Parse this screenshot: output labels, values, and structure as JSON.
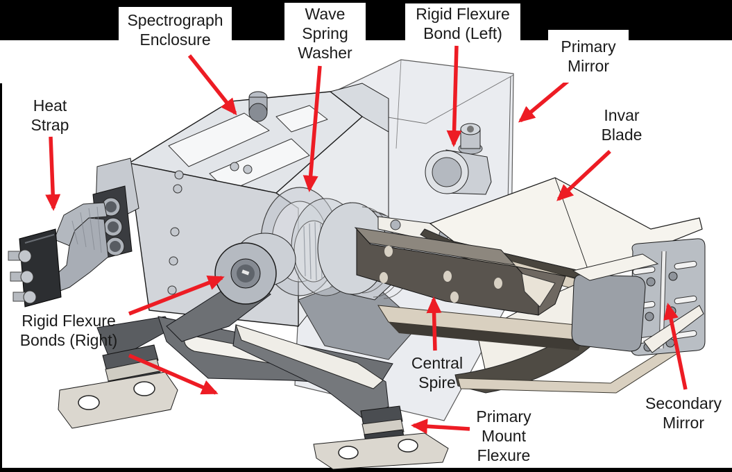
{
  "colors": {
    "background": "#ffffff",
    "frame": "#000000",
    "text": "#1a1a1a",
    "label_box_bg": "#ffffff",
    "arrow": "#ed1c24"
  },
  "figure": {
    "description": "Annotated CAD rendering of a spectrograph opto-mechanical assembly with red callout arrows"
  },
  "labels": [
    {
      "id": "spectrograph-enclosure",
      "text": "Spectrograph\nEnclosure"
    },
    {
      "id": "wave-spring-washer",
      "text": "Wave\nSpring\nWasher"
    },
    {
      "id": "rigid-flexure-bond-left",
      "text": "Rigid Flexure\nBond (Left)"
    },
    {
      "id": "primary-mirror",
      "text": "Primary\nMirror"
    },
    {
      "id": "heat-strap",
      "text": "Heat\nStrap"
    },
    {
      "id": "invar-blade",
      "text": "Invar\nBlade"
    },
    {
      "id": "rigid-flexure-bonds-right",
      "text": "Rigid Flexure\nBonds (Right)"
    },
    {
      "id": "central-spire",
      "text": "Central\nSpire"
    },
    {
      "id": "primary-mount-flexure",
      "text": "Primary\nMount\nFlexure"
    },
    {
      "id": "secondary-mirror",
      "text": "Secondary\nMirror"
    }
  ]
}
